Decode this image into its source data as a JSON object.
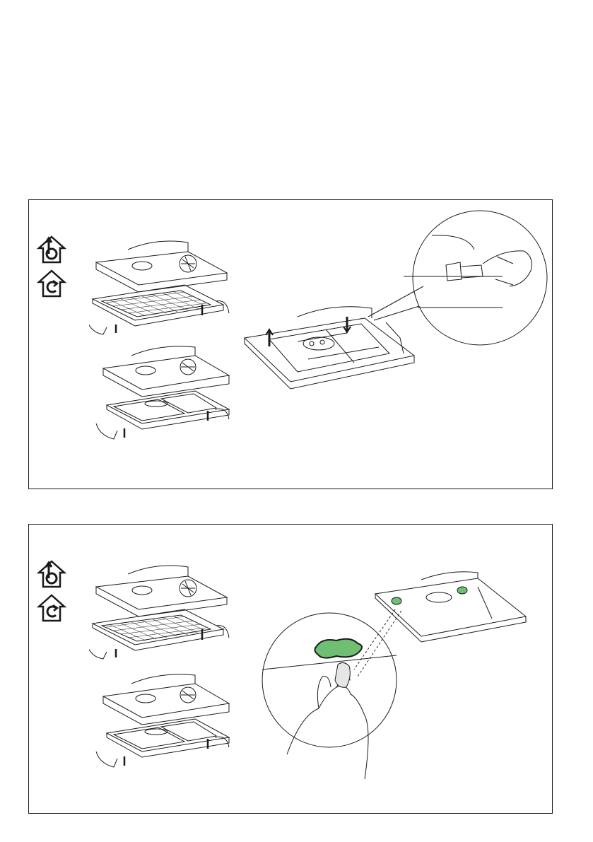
{
  "page": {
    "background": "#ffffff"
  },
  "panels": [
    {
      "icons": [
        "ducted-extraction-mode-icon",
        "recirculation-mode-icon"
      ],
      "illustrations": [
        "grease-filter-removal-steps",
        "hood-filter-clips-pressed",
        "lamp-connector-magnifier"
      ]
    },
    {
      "icons": [
        "ducted-extraction-mode-icon",
        "recirculation-mode-icon"
      ],
      "illustrations": [
        "grease-filter-removal-steps",
        "hood-lamp-position",
        "halogen-bulb-replacement-magnifier"
      ]
    }
  ],
  "colors": {
    "line": "#1a1a1a",
    "highlight": "#6fbf73",
    "highlight_outline": "#1a1a1a"
  }
}
